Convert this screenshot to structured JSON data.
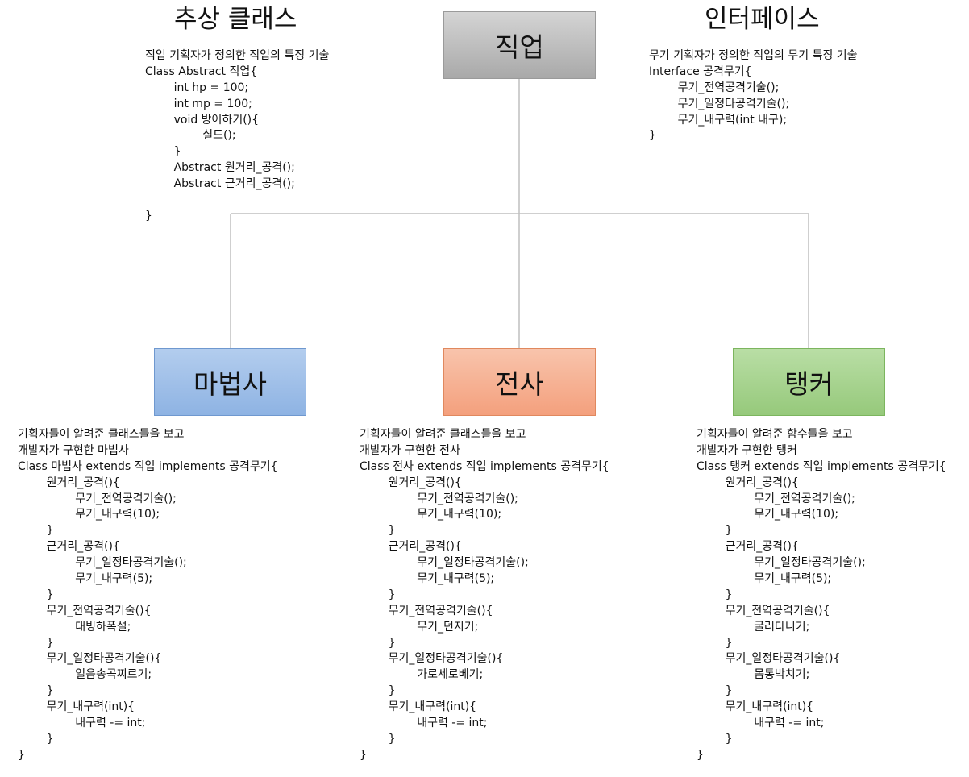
{
  "headings": {
    "abstract_class": "추상 클래스",
    "interface": "인터페이스"
  },
  "nodes": {
    "job": "직업",
    "mage": "마법사",
    "warrior": "전사",
    "tanker": "탱커"
  },
  "abstract_code": [
    "직업 기획자가 정의한 직업의 특징 기술",
    "Class Abstract 직업{",
    "        int hp = 100;",
    "        int mp = 100;",
    "        void 방어하기(){",
    "                실드();",
    "        }",
    "        Abstract 원거리_공격();",
    "        Abstract 근거리_공격();",
    "",
    "}"
  ],
  "interface_code": [
    "무기 기획자가 정의한 직업의 무기 특징 기술",
    "Interface 공격무기{",
    "        무기_전역공격기술();",
    "        무기_일정타공격기술();",
    "        무기_내구력(int 내구);",
    "}"
  ],
  "mage_code": [
    "기획자들이 알려준 클래스들을 보고",
    "개발자가 구현한 마법사",
    "Class 마법사 extends 직업 implements 공격무기{",
    "        원거리_공격(){",
    "                무기_전역공격기술();",
    "                무기_내구력(10);",
    "        }",
    "        근거리_공격(){",
    "                무기_일정타공격기술();",
    "                무기_내구력(5);",
    "        }",
    "        무기_전역공격기술(){",
    "                대빙하폭설;",
    "        }",
    "        무기_일정타공격기술(){",
    "                얼음송곡찌르기;",
    "        }",
    "        무기_내구력(int){",
    "                내구력 -= int;",
    "        }",
    "}"
  ],
  "warrior_code": [
    "기획자들이 알려준 클래스들을 보고",
    "개발자가 구현한 전사",
    "Class 전사 extends 직업 implements 공격무기{",
    "        원거리_공격(){",
    "                무기_전역공격기술();",
    "                무기_내구력(10);",
    "        }",
    "        근거리_공격(){",
    "                무기_일정타공격기술();",
    "                무기_내구력(5);",
    "        }",
    "        무기_전역공격기술(){",
    "                무기_던지기;",
    "        }",
    "        무기_일정타공격기술(){",
    "                가로세로베기;",
    "        }",
    "        무기_내구력(int){",
    "                내구력 -= int;",
    "        }",
    "}"
  ],
  "tanker_code": [
    "기획자들이 알려준 함수들을 보고",
    "개발자가 구현한 탱커",
    "Class 탱커 extends 직업 implements 공격무기{",
    "        원거리_공격(){",
    "                무기_전역공격기술();",
    "                무기_내구력(10);",
    "        }",
    "        근거리_공격(){",
    "                무기_일정타공격기술();",
    "                무기_내구력(5);",
    "        }",
    "        무기_전역공격기술(){",
    "                굴러다니기;",
    "        }",
    "        무기_일정타공격기술(){",
    "                몸통박치기;",
    "        }",
    "        무기_내구력(int){",
    "                내구력 -= int;",
    "        }",
    "}"
  ],
  "colors": {
    "connector": "#bfbfbf",
    "job": "#bfbfbf",
    "mage": "#9dc3e6",
    "warrior": "#f4b183",
    "tanker": "#a9d18e"
  }
}
